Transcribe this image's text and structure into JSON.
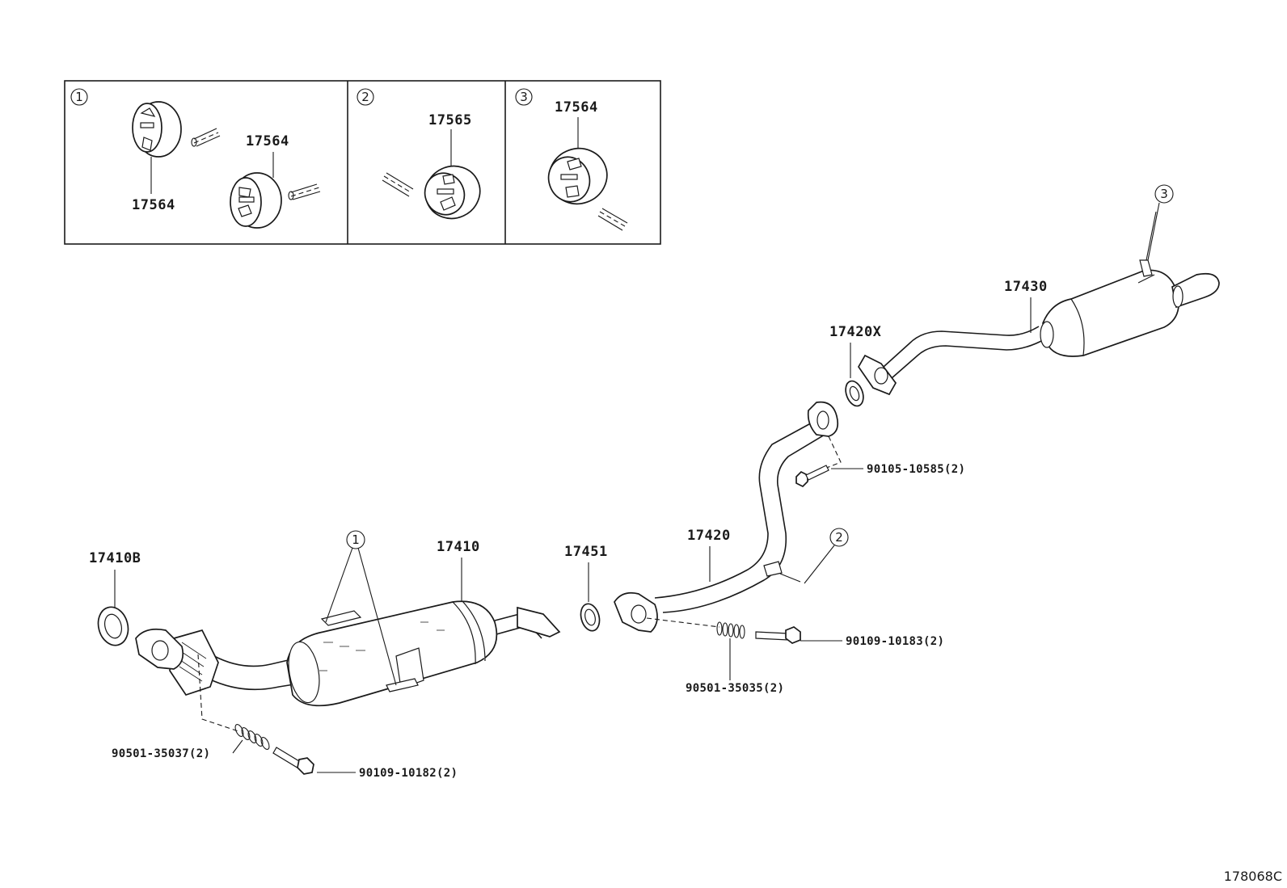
{
  "inset": {
    "panels": [
      {
        "number": "1",
        "labels": [
          "17564",
          "17564"
        ]
      },
      {
        "number": "2",
        "labels": [
          "17565"
        ]
      },
      {
        "number": "3",
        "labels": [
          "17564"
        ]
      }
    ]
  },
  "parts": {
    "p17410B": "17410B",
    "p17410": "17410",
    "p17451": "17451",
    "p17420": "17420",
    "p17420X": "17420X",
    "p17430": "17430",
    "p90105_10585": "90105-10585(2)",
    "p90109_10183": "90109-10183(2)",
    "p90501_35035": "90501-35035(2)",
    "p90501_35037": "90501-35037(2)",
    "p90109_10182": "90109-10182(2)"
  },
  "callouts": {
    "c1": "1",
    "c2": "2",
    "c3": "3"
  },
  "figure_id": "178068C"
}
